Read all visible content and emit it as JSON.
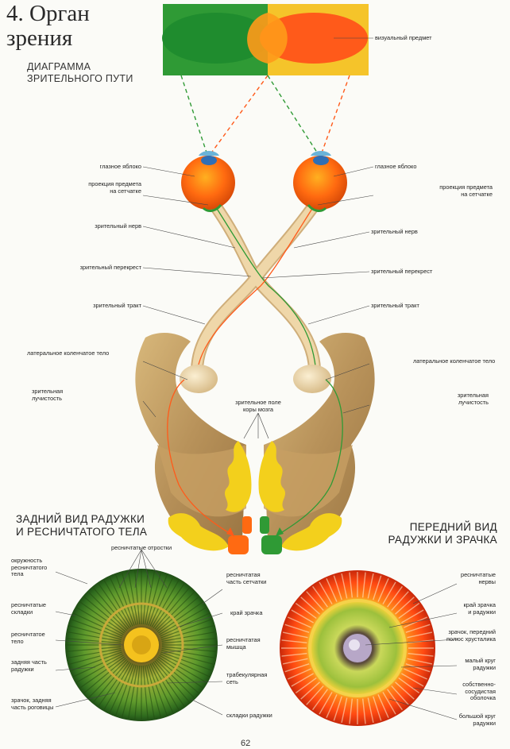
{
  "header": {
    "title_line1": "4. Орган",
    "title_line2": "зрения",
    "subtitle_line1": "ДИАГРАММА",
    "subtitle_line2": "ЗРИТЕЛЬНОГО ПУТИ"
  },
  "sections": {
    "back_line1": "ЗАДНИЙ ВИД РАДУЖКИ",
    "back_line2": "И РЕСНИЧТАТОГО ТЕЛА",
    "front_line1": "ПЕРЕДНИЙ ВИД",
    "front_line2": "РАДУЖКИ И ЗРАЧКА"
  },
  "labels": {
    "visual_object": "визуальный предмет",
    "eyeball_left": "глазное яблоко",
    "eyeball_right": "глазное яблоко",
    "projection_left_1": "проекция предмета",
    "projection_left_2": "на сетчатке",
    "projection_right_1": "проекция предмета",
    "projection_right_2": "на сетчатке",
    "optic_nerve_left": "зрительный нерв",
    "optic_nerve_right": "зрительный нерв",
    "chiasm_left": "зрительный перекрест",
    "chiasm_right": "зрительный перекрест",
    "tract_left": "зрительный тракт",
    "tract_right": "зрительный тракт",
    "lgb_left": "латеральное коленчатое тело",
    "lgb_right": "латеральное коленчатое тело",
    "radiation_left_1": "зрительная",
    "radiation_left_2": "лучистость",
    "radiation_right_1": "зрительная",
    "radiation_right_2": "лучистость",
    "cortex_1": "зрительное поле",
    "cortex_2": "коры мозга",
    "ciliary_processes": "ресничтатые отростки",
    "ciliary_circ_1": "окружность",
    "ciliary_circ_2": "ресничтатого",
    "ciliary_circ_3": "тела",
    "ciliary_folds_1": "ресничтатые",
    "ciliary_folds_2": "складки",
    "ciliary_body_1": "ресничтатое",
    "ciliary_body_2": "тело",
    "iris_back_1": "задняя часть",
    "iris_back_2": "радужки",
    "pupil_cornea_1": "зрачок, задняя",
    "pupil_cornea_2": "часть роговицы",
    "retina_ciliary_1": "ресничтатая",
    "retina_ciliary_2": "часть сетчатки",
    "pupil_edge": "край зрачка",
    "ciliary_muscle_1": "ресничтатая",
    "ciliary_muscle_2": "мышца",
    "trabecular_1": "трабекулярная",
    "trabecular_2": "сеть",
    "iris_folds": "складки радужки",
    "ciliary_nerves_1": "ресничтатые",
    "ciliary_nerves_2": "нервы",
    "pupil_iris_edge_1": "край зрачка",
    "pupil_iris_edge_2": "и радужки",
    "lens_pole_1": "зрачок, передний",
    "lens_pole_2": "полюс хрусталика",
    "minor_circle_1": "малый круг",
    "minor_circle_2": "радужки",
    "vascular_1": "собственно-",
    "vascular_2": "сосудистая",
    "vascular_3": "оболочка",
    "major_circle_1": "большой круг",
    "major_circle_2": "радужки"
  },
  "page_number": "62",
  "colors": {
    "green": "#2f9a35",
    "orange": "#ff5a1a",
    "yellow": "#f3d01c",
    "nerve": "#efd7a9",
    "brain": "#c9a76c"
  }
}
